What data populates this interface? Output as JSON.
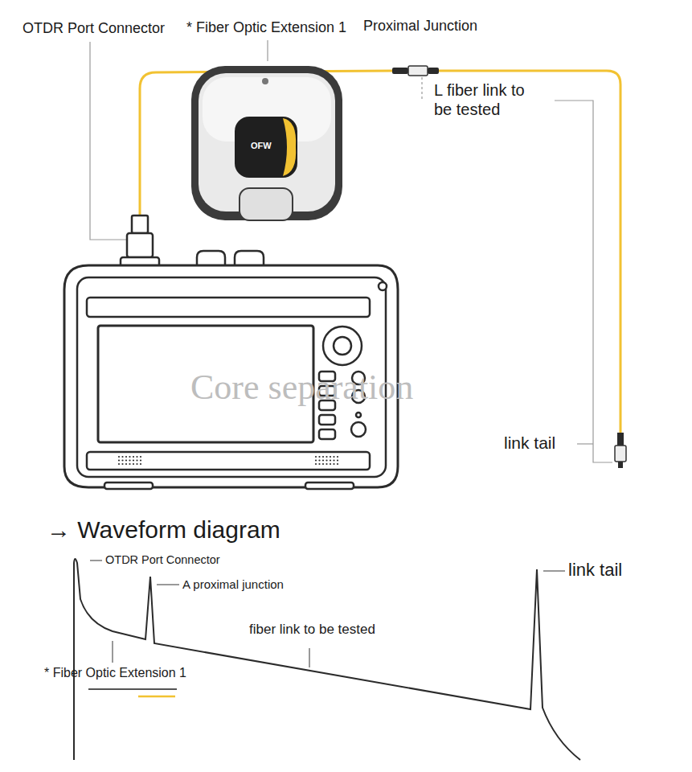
{
  "diagram": {
    "labels": [
      "OTDR Port Connector",
      "* Fiber Optic Extension 1",
      "Proximal Junction",
      "L fiber link to be tested",
      "link tail",
      "Core separation",
      "OFW",
      "→ Waveform diagram",
      "OTDR Port Connector",
      "A proximal junction",
      "fiber link to be tested",
      "* Fiber Optic Extension 1",
      "link tail"
    ]
  }
}
